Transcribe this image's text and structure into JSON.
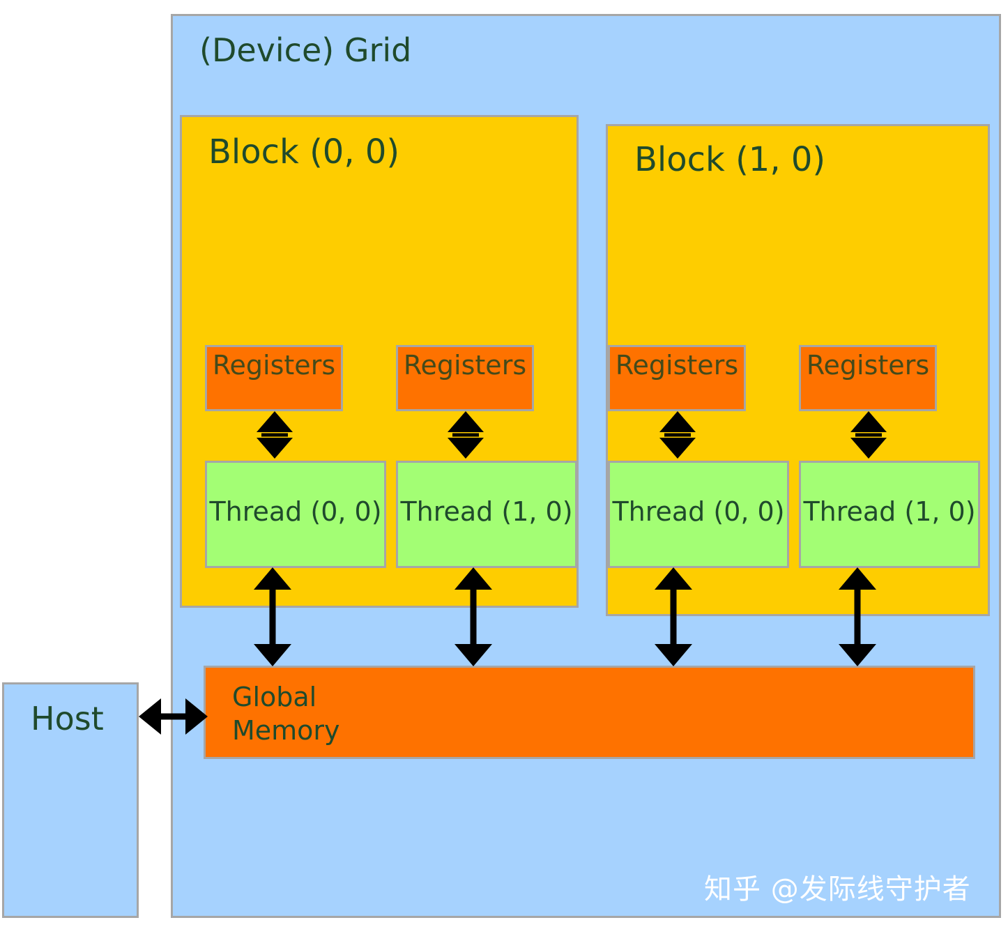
{
  "grid": {
    "title": "(Device) Grid"
  },
  "blocks": [
    {
      "title": "Block (0, 0)",
      "registers": [
        "Registers",
        "Registers"
      ],
      "threads": [
        "Thread (0, 0)",
        "Thread (1, 0)"
      ]
    },
    {
      "title": "Block (1, 0)",
      "registers": [
        "Registers",
        "Registers"
      ],
      "threads": [
        "Thread (0, 0)",
        "Thread (1, 0)"
      ]
    }
  ],
  "global_memory": {
    "line1": "Global",
    "line2": "Memory"
  },
  "host": {
    "label": "Host"
  },
  "watermark": "知乎 @发际线守护者",
  "colors": {
    "grid_bg": "#a6d2fe",
    "block_bg": "#fecd00",
    "registers_bg": "#fe7200",
    "thread_bg": "#a3fe74",
    "memory_bg": "#fe7200",
    "text": "#1f4a2c",
    "arrow": "#000000"
  }
}
